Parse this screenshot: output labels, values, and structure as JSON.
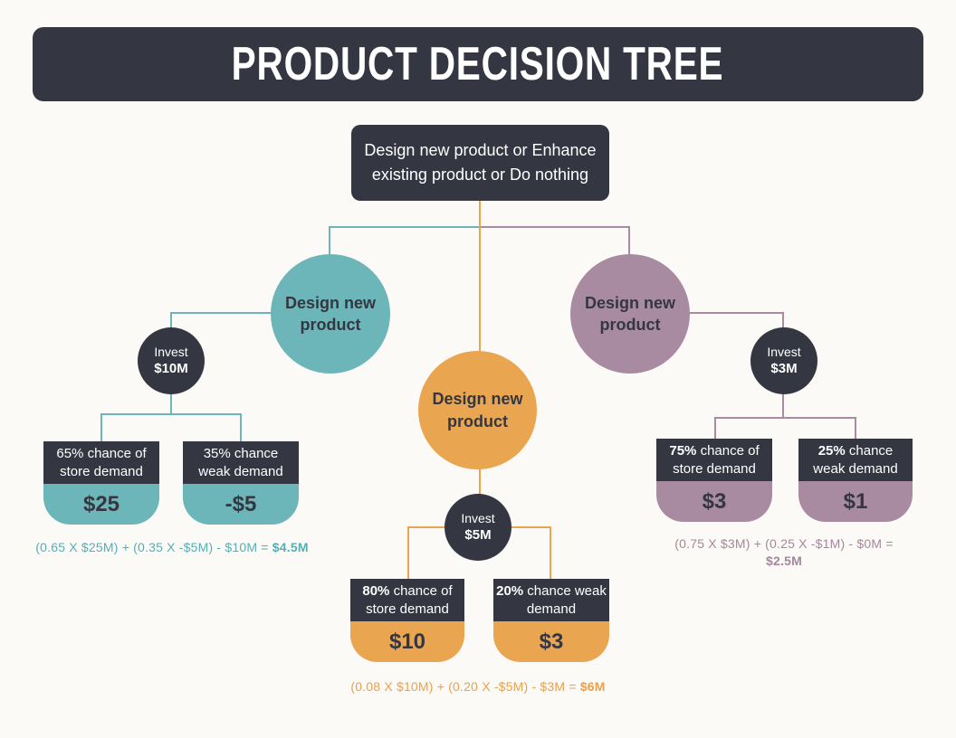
{
  "header": {
    "title": "PRODUCT DECISION TREE"
  },
  "root": {
    "label": "Design new product or Enhance\nexisting product or Do nothing"
  },
  "colors": {
    "dark": "#343741",
    "teal": "#6cb5b8",
    "orange": "#eaa551",
    "purple": "#a88ba0",
    "background": "#fbfaf7",
    "title_text": "#ffffff"
  },
  "branches": [
    {
      "name": "design-new-product-teal",
      "color": "#6cb5b8",
      "decision_label": "Design new\nproduct",
      "invest_label": "Invest",
      "invest_amount": "$10M",
      "outcomes": [
        {
          "prob": "65%",
          "rest": " chance of\nstore demand",
          "value": "$25"
        },
        {
          "prob": "35%",
          "rest": " chance\nweak demand",
          "value": "-$5"
        }
      ],
      "formula_expression": "(0.65 X $25M) + (0.35 X -$5M) - $10M = ",
      "formula_result": "$4.5M"
    },
    {
      "name": "design-new-product-orange",
      "color": "#eaa551",
      "decision_label": "Design new\nproduct",
      "invest_label": "Invest",
      "invest_amount": "$5M",
      "outcomes": [
        {
          "prob": "80%",
          "rest": " chance of\nstore demand",
          "value": "$10"
        },
        {
          "prob": "20%",
          "rest": " chance weak\ndemand",
          "value": "$3"
        }
      ],
      "formula_expression": "(0.08 X $10M) + (0.20 X -$5M) - $3M = ",
      "formula_result": "$6M"
    },
    {
      "name": "design-new-product-purple",
      "color": "#a88ba0",
      "decision_label": "Design new\nproduct",
      "invest_label": "Invest",
      "invest_amount": "$3M",
      "outcomes": [
        {
          "prob": "75%",
          "rest": " chance of\nstore demand",
          "value": "$3"
        },
        {
          "prob": "25%",
          "rest": " chance\nweak demand",
          "value": "$1"
        }
      ],
      "formula_expression": "(0.75 X $3M) + (0.25 X -$1M) - $0M =",
      "formula_result": "$2.5M"
    }
  ]
}
